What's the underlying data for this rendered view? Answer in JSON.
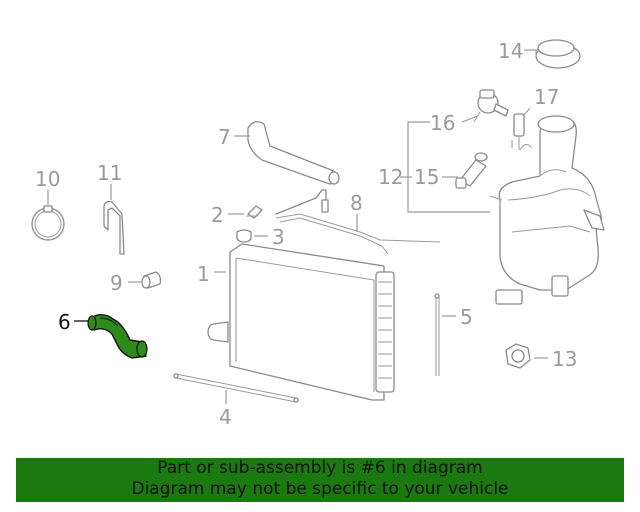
{
  "colors": {
    "highlight_part": "#2e8b1a",
    "banner_bg": "#1a7a0f",
    "part_line": "#8a8a8a"
  },
  "callouts": [
    {
      "num": "1",
      "highlighted": false
    },
    {
      "num": "2",
      "highlighted": false
    },
    {
      "num": "3",
      "highlighted": false
    },
    {
      "num": "4",
      "highlighted": false
    },
    {
      "num": "5",
      "highlighted": false
    },
    {
      "num": "6",
      "highlighted": true
    },
    {
      "num": "7",
      "highlighted": false
    },
    {
      "num": "8",
      "highlighted": false
    },
    {
      "num": "9",
      "highlighted": false
    },
    {
      "num": "10",
      "highlighted": false
    },
    {
      "num": "11",
      "highlighted": false
    },
    {
      "num": "12",
      "highlighted": false
    },
    {
      "num": "13",
      "highlighted": false
    },
    {
      "num": "14",
      "highlighted": false
    },
    {
      "num": "15",
      "highlighted": false
    },
    {
      "num": "16",
      "highlighted": false
    },
    {
      "num": "17",
      "highlighted": false
    }
  ],
  "banner": {
    "line1": "Part or sub-assembly is #6 in diagram",
    "line2": "Diagram may not be specific to your vehicle"
  }
}
